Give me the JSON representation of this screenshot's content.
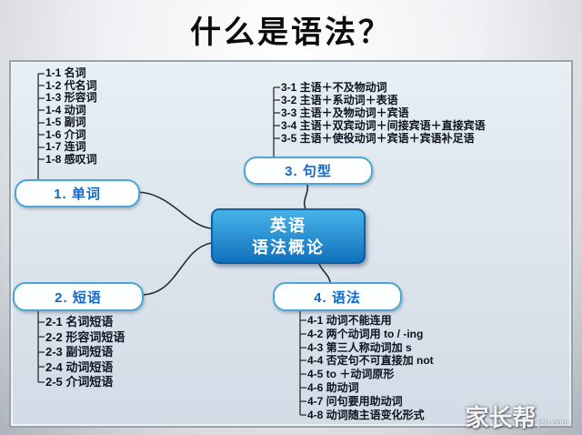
{
  "title": "什么是语法？",
  "center_node": {
    "line1": "英语",
    "line2": "语法概论"
  },
  "branches": [
    {
      "label": "1. 单词",
      "items": [
        "1-1 名词",
        "1-2 代名词",
        "1-3 形容词",
        "1-4 动词",
        "1-5 副词",
        "1-6 介词",
        "1-7 连词",
        "1-8 感叹词"
      ]
    },
    {
      "label": "2. 短语",
      "items": [
        "2-1 名词短语",
        "2-2 形容词短语",
        "2-3 副词短语",
        "2-4 动词短语",
        "2-5 介词短语"
      ]
    },
    {
      "label": "3. 句型",
      "items": [
        "3-1 主语＋不及物动词",
        "3-2 主语＋系动词＋表语",
        "3-3 主语＋及物动词＋宾语",
        "3-4 主语＋双宾动词＋间接宾语＋直接宾语",
        "3-5 主语＋使役动词＋宾语＋宾语补足语"
      ]
    },
    {
      "label": "4. 语法",
      "items": [
        "4-1 动词不能连用",
        "4-2 两个动词用 to / -ing",
        "4-3 第三人称动词加 s",
        "4-4 否定句不可直接加 not",
        "4-5 to ＋动词原形",
        "4-6 助动词",
        "4-7 问句要用助动词",
        "4-8 动词随主语变化形式"
      ]
    }
  ],
  "watermark": {
    "main": "家长帮",
    "sub": "jzb.com"
  },
  "colors": {
    "center_node_fill": "#1e8fd5",
    "center_node_border": "#0c5ea6",
    "branch_text": "#1668c8",
    "branch_border": "#4aa6d6",
    "panel_bg": "#d9e2ec",
    "item_text": "#0d1220"
  }
}
